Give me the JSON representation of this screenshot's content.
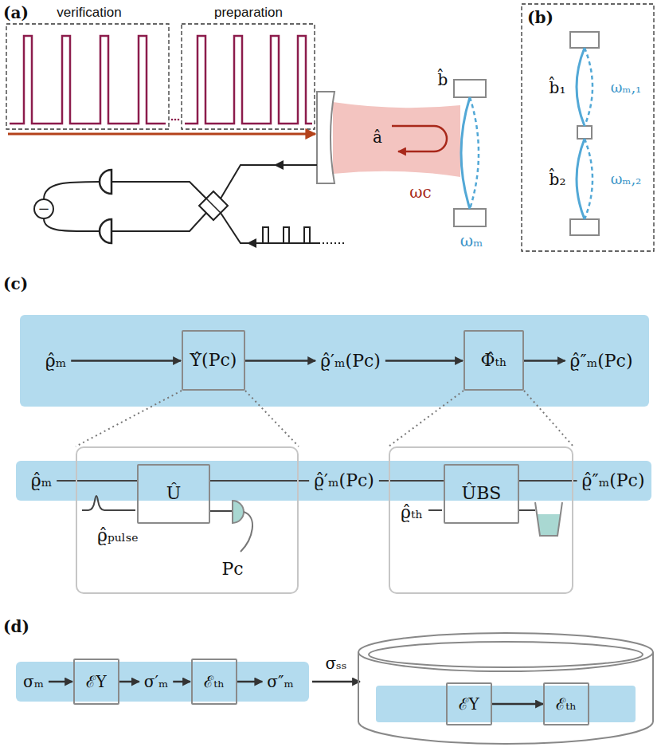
{
  "diagram": {
    "nodes": [
      {
        "text": [
          "ϱ̂ₘ",
          "ϱ̂′ₘ(Pc)",
          "ϱ̂″ₘ(Pc)"
        ]
      },
      {
        "text": [
          "Υ̂(Pc)"
        ],
        "in": 0
      },
      {
        "text": [
          "Φ̂ₜₕ"
        ],
        "in": 0
      },
      {
        "text": [
          "ϱ̂ₘ",
          "ϱ̂′ₘ(Pc)",
          "ϱ̂″ₘ(Pc)"
        ]
      },
      {
        "text": [
          "ϱ̂ₚᵤₗₛₑ",
          "Pc"
        ]
      },
      {
        "text": [
          "Û"
        ],
        "in": 4
      },
      {
        "text": [
          "ϱ̂ₜₕ"
        ]
      },
      {
        "text": [
          "ÛBS"
        ],
        "in": 6
      },
      {
        "text": [
          "σₘ",
          "σ′ₘ",
          "σ″ₘ"
        ]
      },
      {
        "text": [
          "ℰΥ"
        ],
        "in": 8
      },
      {
        "text": [
          "ℰₜₕ"
        ],
        "in": 8
      },
      {
        "text": [
          "ℰΥ"
        ]
      },
      {
        "text": [
          "ℰₜₕ"
        ]
      }
    ],
    "edges": [
      {
        "from": 1,
        "to": 4,
        "arrow": "none"
      },
      {
        "from": 1,
        "to": 4,
        "arrow": "none"
      },
      {
        "from": 2,
        "to": 6,
        "arrow": "none"
      },
      {
        "from": 2,
        "to": 6,
        "arrow": "none"
      },
      {
        "from": 11,
        "to": 12,
        "arrow": "to"
      }
    ],
    "labels": [
      "(a)",
      "verification",
      "preparation",
      "−",
      "b̂",
      "â",
      "ωc",
      "ωₘ",
      "(b)",
      "b̂₁",
      "b̂₂",
      "ωₘ,₁",
      "ωₘ,₂",
      "(c)",
      "(d)",
      "σₛₛ"
    ]
  }
}
